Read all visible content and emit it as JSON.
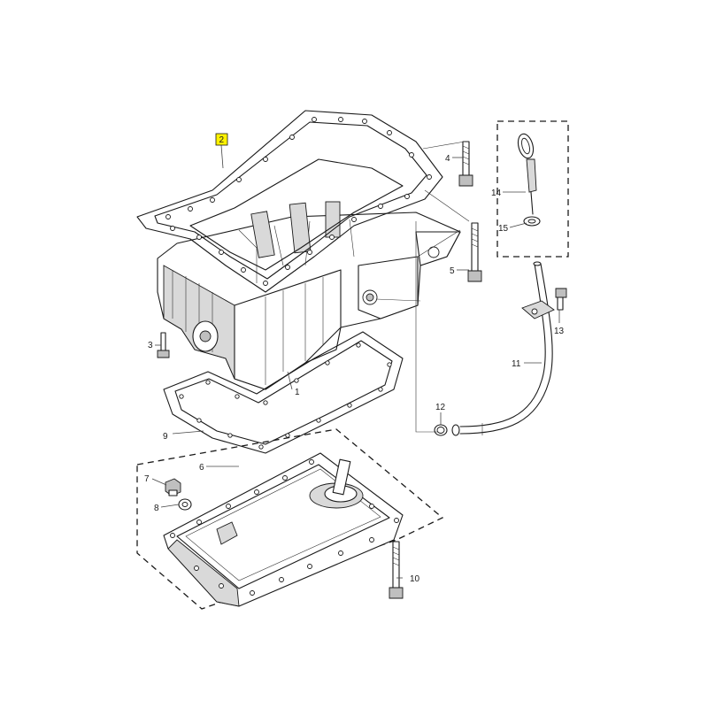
{
  "highlight_color": "#fff200",
  "highlighted_part": "2",
  "callouts": {
    "c1": "1",
    "c2": "2",
    "c3": "3",
    "c4": "4",
    "c5": "5",
    "c6": "6",
    "c7": "7",
    "c8": "8",
    "c9": "9",
    "c10": "10",
    "c11": "11",
    "c12": "12",
    "c13": "13",
    "c14": "14",
    "c15": "15"
  }
}
